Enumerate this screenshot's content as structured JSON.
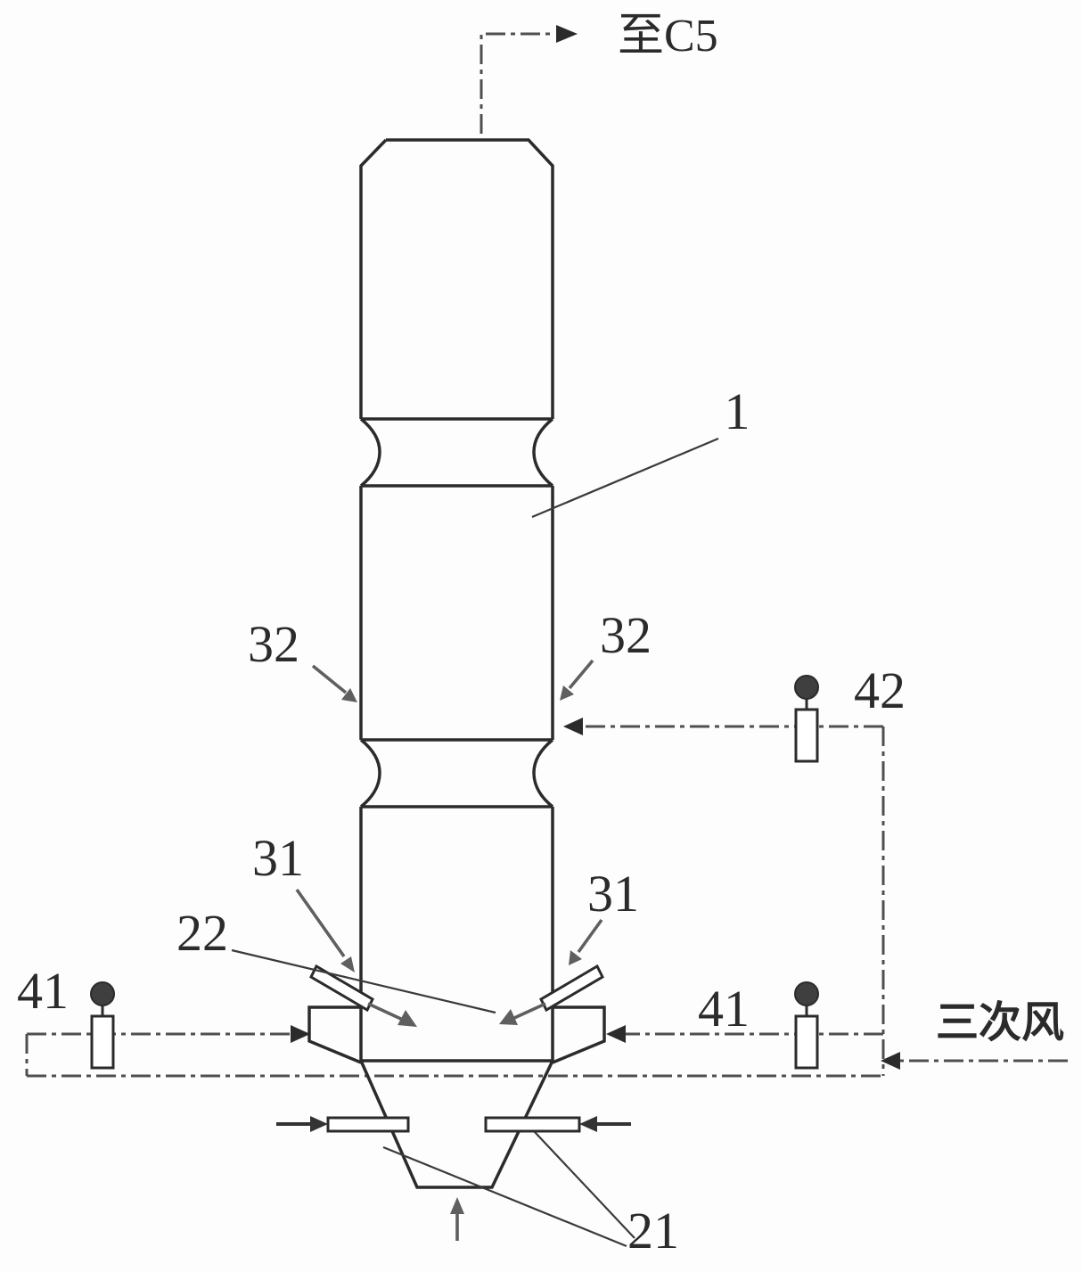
{
  "diagram": {
    "outlet_label": "至C5",
    "vessel_label": "1",
    "upper_nozzle_left_label": "32",
    "upper_nozzle_right_label": "32",
    "upper_valve_label": "42",
    "lower_nozzle_left_label": "31",
    "lower_nozzle_right_label": "31",
    "mixing_chamber_label": "22",
    "left_valve_label": "41",
    "right_valve_label": "41",
    "tertiary_air_label": "三次风",
    "bottom_nozzle_label": "21",
    "colors": {
      "vessel_line": "#2b2b2b",
      "pipe_line": "#4f4f4f",
      "arrow_gray": "#5f5f5f",
      "background": "#ffffff"
    }
  }
}
